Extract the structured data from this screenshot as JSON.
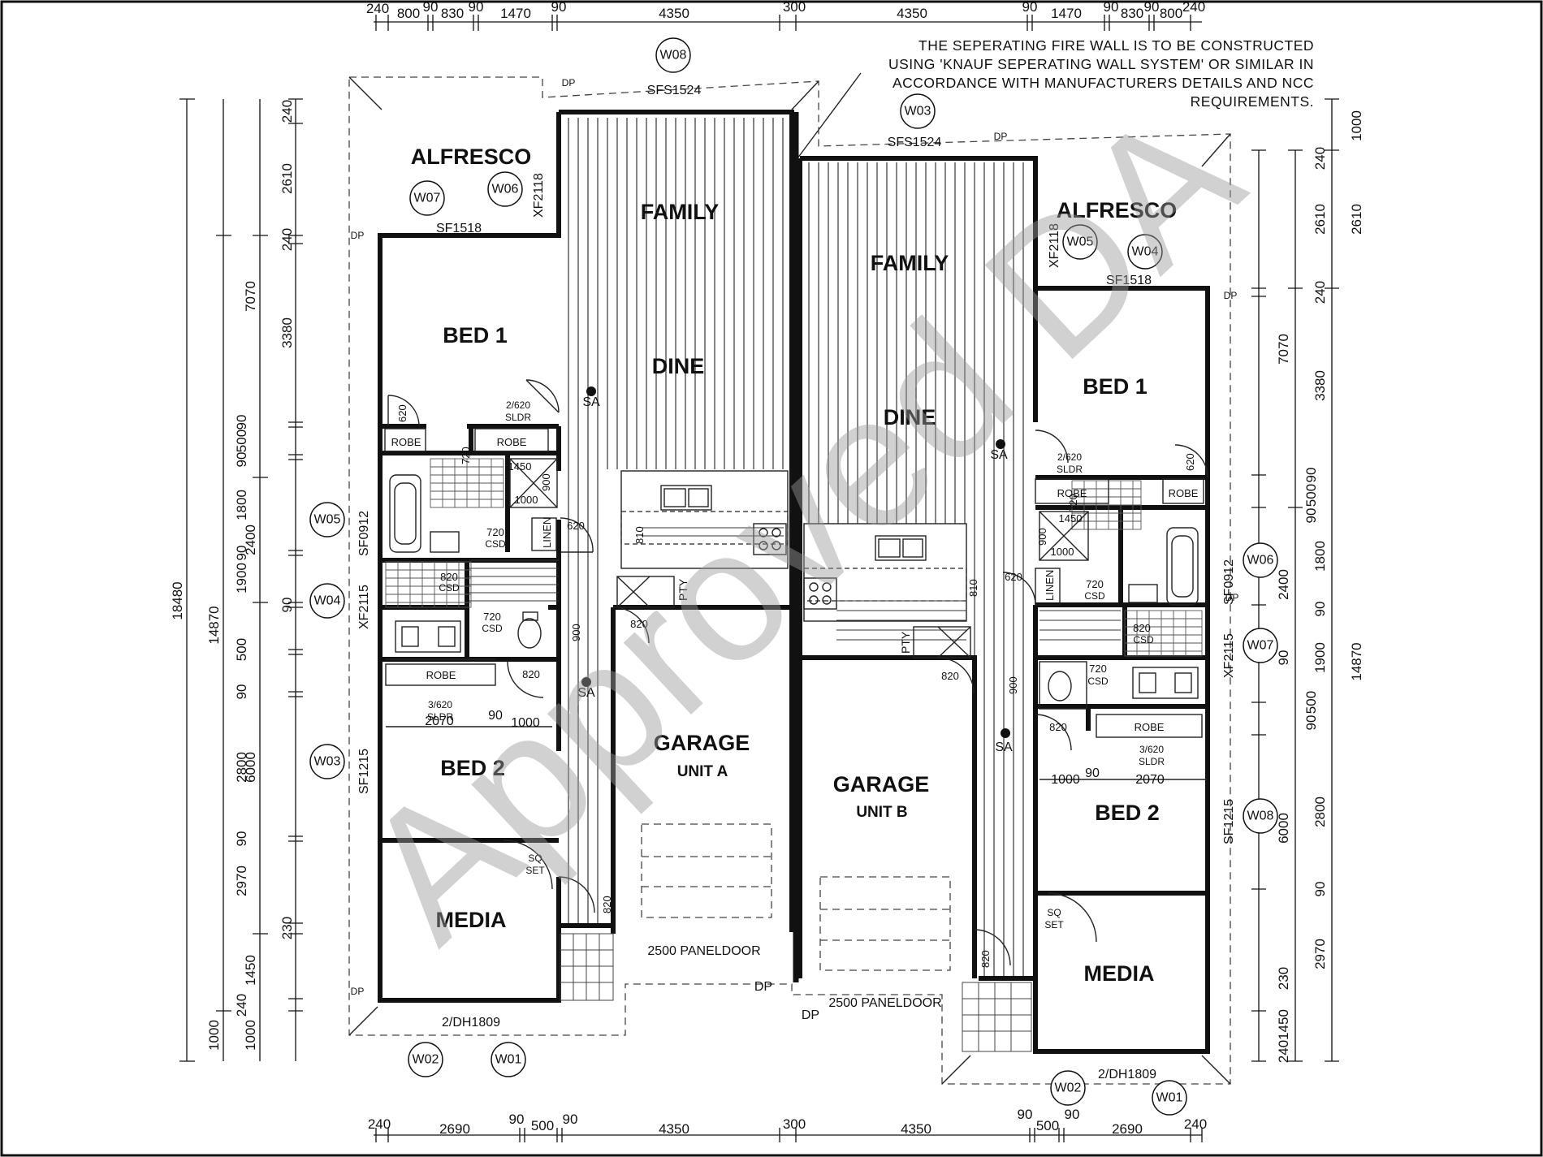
{
  "note": {
    "lines": [
      "THE SEPERATING FIRE WALL IS TO BE CONSTRUCTED",
      "USING 'KNAUF SEPERATING WALL SYSTEM' OR SIMILAR IN",
      "ACCORDANCE WITH MANUFACTURERS DETAILS AND NCC",
      "REQUIREMENTS."
    ]
  },
  "watermark": "Approved DA",
  "unit_a": {
    "rooms": {
      "alfresco": "ALFRESCO",
      "family": "FAMILY",
      "dine": "DINE",
      "bed1": "BED 1",
      "bed2": "BED 2",
      "media": "MEDIA",
      "garage": "GARAGE",
      "garage_unit": "UNIT A",
      "robe": "ROBE",
      "linen": "LINEN",
      "pty": "PTY"
    },
    "openings": {
      "sfs1524": "SFS1524",
      "sf1518": "SF1518",
      "xf2118": "XF2118",
      "sf0912": "SF0912",
      "xf2115": "XF2115",
      "sf1215": "SF1215",
      "dh1809": "2/DH1809",
      "paneldoor": "2500 PANELDOOR",
      "sldr2": "2/620",
      "sldr3": "3/620",
      "sldr": "SLDR",
      "csd": "CSD",
      "sq_set_1": "SQ",
      "sq_set_2": "SET",
      "sa": "SA",
      "dp": "DP"
    }
  },
  "unit_b": {
    "rooms": {
      "alfresco": "ALFRESCO",
      "family": "FAMILY",
      "dine": "DINE",
      "bed1": "BED 1",
      "bed2": "BED 2",
      "media": "MEDIA",
      "garage": "GARAGE",
      "garage_unit": "UNIT B",
      "robe": "ROBE",
      "linen": "LINEN",
      "pty": "PTY"
    }
  },
  "tags": {
    "w01": "W01",
    "w02": "W02",
    "w03": "W03",
    "w04": "W04",
    "w05": "W05",
    "w06": "W06",
    "w07": "W07",
    "w08": "W08"
  },
  "dims": {
    "top": [
      "240",
      "800",
      "90",
      "830",
      "90",
      "1470",
      "90",
      "4350",
      "300",
      "4350",
      "90",
      "1470",
      "90",
      "830",
      "90",
      "800",
      "240"
    ],
    "bottom": [
      "240",
      "2690",
      "90",
      "500",
      "90",
      "4350",
      "300",
      "4350",
      "90",
      "500",
      "90",
      "2690",
      "240"
    ],
    "left_overall": "18480",
    "left_mid": "14870",
    "left_7070": "7070",
    "left_2400": "2400",
    "left_6000": "6000",
    "left_1450": "1450",
    "left_1000": "1000",
    "left_inner": [
      "240",
      "2610",
      "240",
      "3380",
      "90",
      "500",
      "90",
      "1800",
      "90",
      "1900",
      "90",
      "500",
      "90",
      "2800",
      "90",
      "2970",
      "230",
      "240",
      "1000"
    ],
    "right_inner": [
      "1000",
      "2610",
      "240",
      "3380",
      "90",
      "500",
      "90",
      "1800",
      "90",
      "1900",
      "90",
      "500",
      "90",
      "2800",
      "90",
      "2970",
      "230",
      "1450",
      "240"
    ],
    "right_overall": "14870",
    "right_7070": "7070",
    "right_2400": "2400",
    "right_6000": "6000",
    "misc": {
      "d620": "620",
      "d820": "820",
      "d720": "720",
      "d810": "810",
      "d900": "900",
      "d1000": "1000",
      "d1450": "1450",
      "d2070": "2070",
      "d90": "90"
    }
  }
}
